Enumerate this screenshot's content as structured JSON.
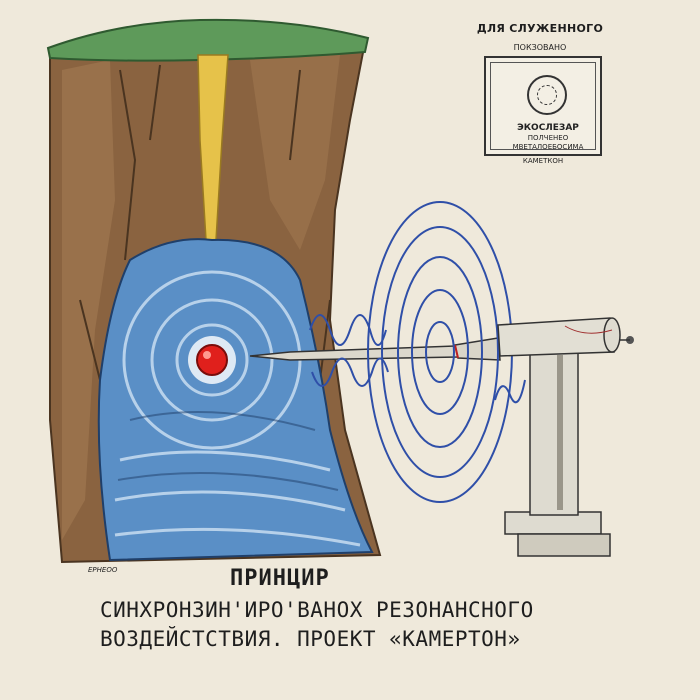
{
  "stamp": {
    "top_label": "ДЛЯ СЛУЖЕННОГО",
    "sub_label": "ПОКЗОВАНО",
    "box_line1": "ЭКОСЛЕЗАР",
    "box_line2": "ПОЛЧЕНЕО",
    "box_line3": "МВЕТАЛОЕБОСИМА",
    "footer": "КАМЕТКОН"
  },
  "signature": "ЕРНЕОО",
  "title": {
    "line1": "ПРИНЦИР",
    "line2": "СИНХРОНЗИН'ИРО'ВАНОХ РЕЗОНАНСНОГО",
    "line3": "ВОЗДЕЙСТСТВИЯ. ПРОЕКТ «КАМЕРТОН»"
  },
  "colors": {
    "paper": "#efe9db",
    "rock": "#8a6340",
    "grass": "#5e9a5a",
    "water": "#5a8fc6",
    "fissure": "#e6c24a",
    "wave_ink": "#2f4fa8",
    "core": "#e0201c",
    "device": "#dedbd0"
  }
}
